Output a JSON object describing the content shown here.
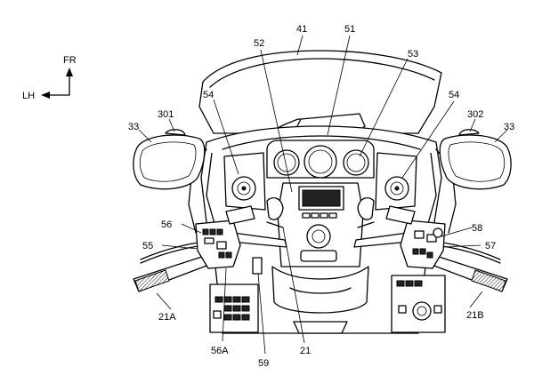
{
  "compass": {
    "forward": "FR",
    "left": "LH"
  },
  "labels": {
    "l41": "41",
    "l51": "51",
    "l52": "52",
    "l53": "53",
    "l54a": "54",
    "l54b": "54",
    "l33a": "33",
    "l33b": "33",
    "l301": "301",
    "l302": "302",
    "l56": "56",
    "l55": "55",
    "l58": "58",
    "l57": "57",
    "l21a": "21A",
    "l21b": "21B",
    "l56a": "56A",
    "l59": "59",
    "l21": "21"
  }
}
